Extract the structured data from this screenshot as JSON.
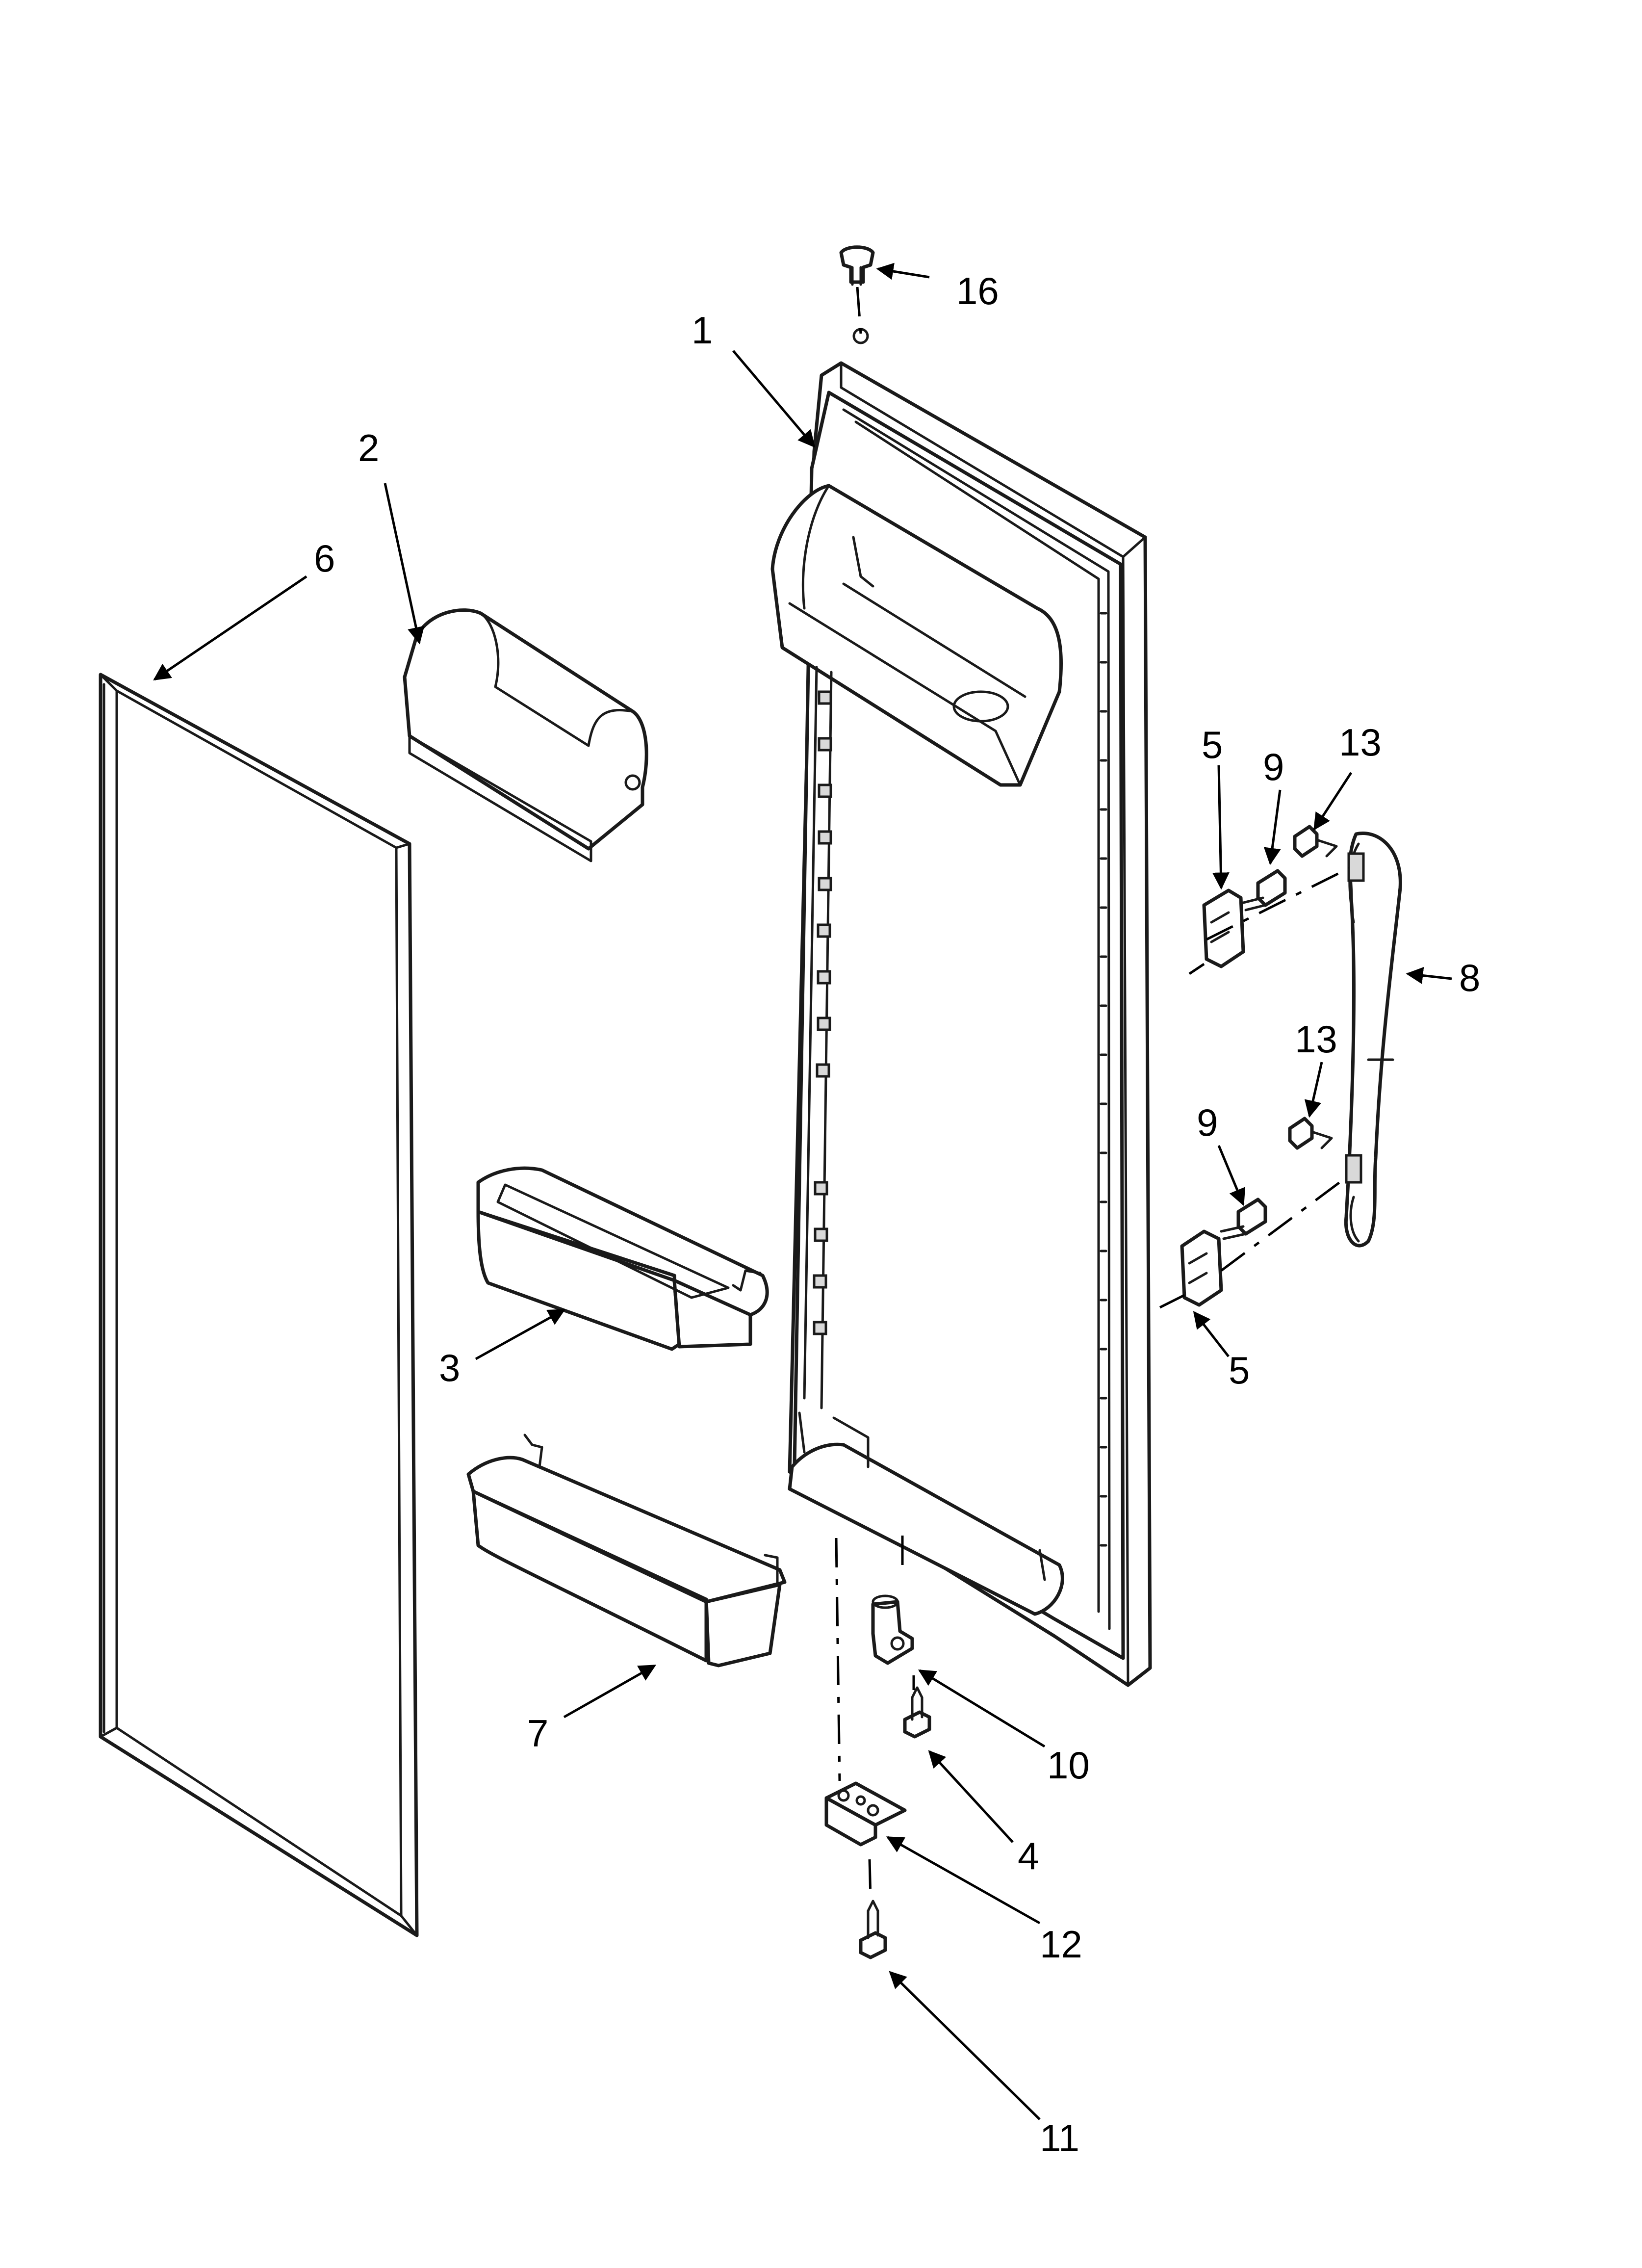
{
  "diagram": {
    "type": "exploded-parts-view",
    "subject": "refrigerator door assembly",
    "line_color": "#1a1a1a",
    "background": "#ffffff"
  },
  "callouts": {
    "c16": "16",
    "c1": "1",
    "c2": "2",
    "c6": "6",
    "c5_top": "5",
    "c9_top": "9",
    "c13_top": "13",
    "c8": "8",
    "c13_bottom": "13",
    "c9_bottom": "9",
    "c5_bottom": "5",
    "c3": "3",
    "c7": "7",
    "c10": "10",
    "c4": "4",
    "c12": "12",
    "c11": "11"
  }
}
